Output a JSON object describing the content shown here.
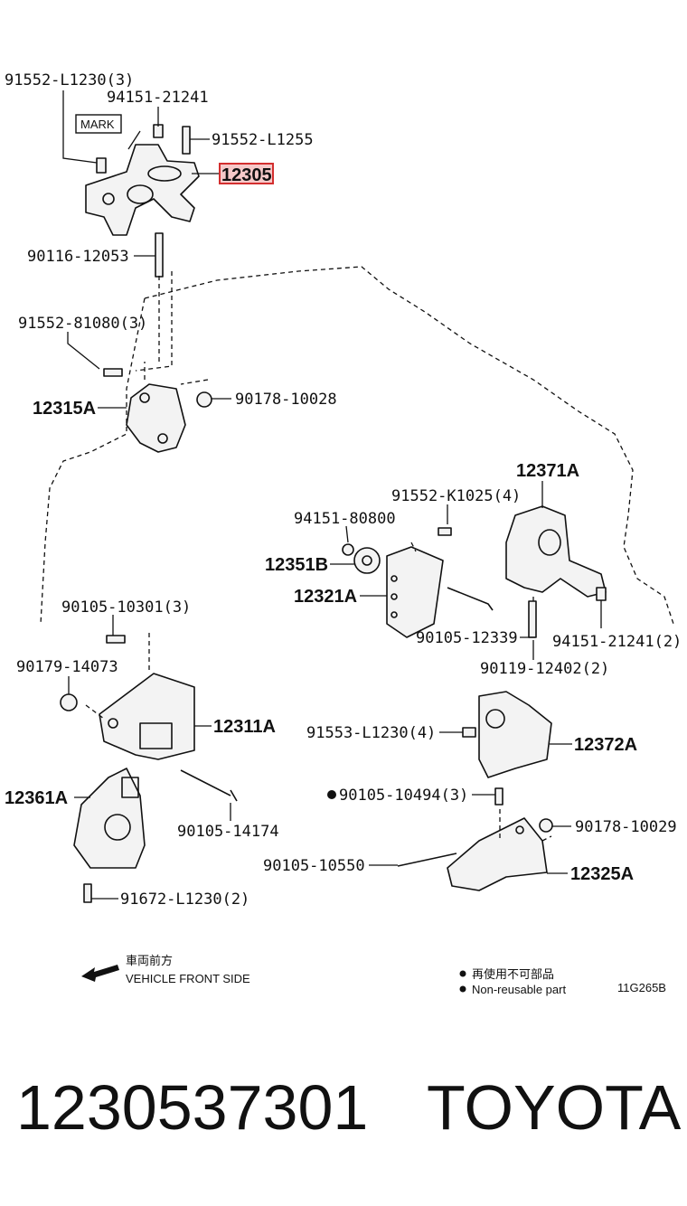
{
  "labels": {
    "p91552_L1230_3": "91552-L1230(3)",
    "p94151_21241": "94151-21241",
    "mark": "MARK",
    "p91552_L1255": "91552-L1255",
    "p12305": "12305",
    "p90116_12053": "90116-12053",
    "p91552_81080_3": "91552-81080(3)",
    "p12315A": "12315A",
    "p90178_10028": "90178-10028",
    "p12371A": "12371A",
    "p91552_K1025_4": "91552-K1025(4)",
    "p94151_80800": "94151-80800",
    "p12351B": "12351B",
    "p12321A": "12321A",
    "p90105_10301_3": "90105-10301(3)",
    "p90105_12339": "90105-12339",
    "p94151_21241_2": "94151-21241(2)",
    "p90119_12402_2": "90119-12402(2)",
    "p90179_14073": "90179-14073",
    "p12311A": "12311A",
    "p91553_L1230_4": "91553-L1230(4)",
    "p12372A": "12372A",
    "p12361A": "12361A",
    "p90105_10494_3": "90105-10494(3)",
    "p90105_14174": "90105-14174",
    "p90178_10029": "90178-10029",
    "p90105_10550": "90105-10550",
    "p12325A": "12325A",
    "p91672_L1230_2": "91672-L1230(2)"
  },
  "legend": {
    "front_jp": "車両前方",
    "front_en": "VEHICLE FRONT SIDE",
    "nonreuse_jp": "再使用不可部品",
    "nonreuse_en": "Non-reusable part",
    "code": "11G265B"
  },
  "footer": {
    "part_number": "1230537301",
    "brand": "TOYOTA"
  },
  "colors": {
    "highlight": "#d32f2f",
    "highlight_fill": "#f6c9c9",
    "ink": "#111111"
  }
}
